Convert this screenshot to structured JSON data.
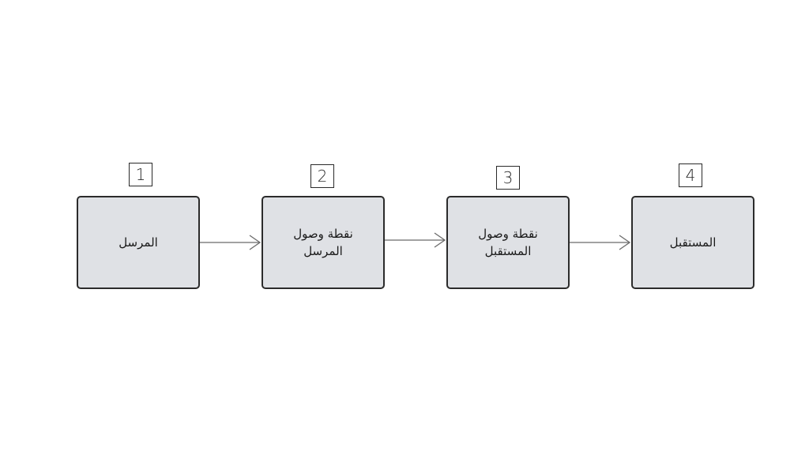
{
  "diagram": {
    "steps": [
      {
        "number": "1",
        "label": "المرسل"
      },
      {
        "number": "2",
        "label": "نقطة وصول المرسل"
      },
      {
        "number": "3",
        "label": "نقطة وصول المستقبل"
      },
      {
        "number": "4",
        "label": "المستقبل"
      }
    ],
    "colors": {
      "box_fill": "#dfe1e5",
      "box_border": "#2b2b2b",
      "arrow": "#6b6b6b",
      "background": "#ffffff"
    }
  }
}
